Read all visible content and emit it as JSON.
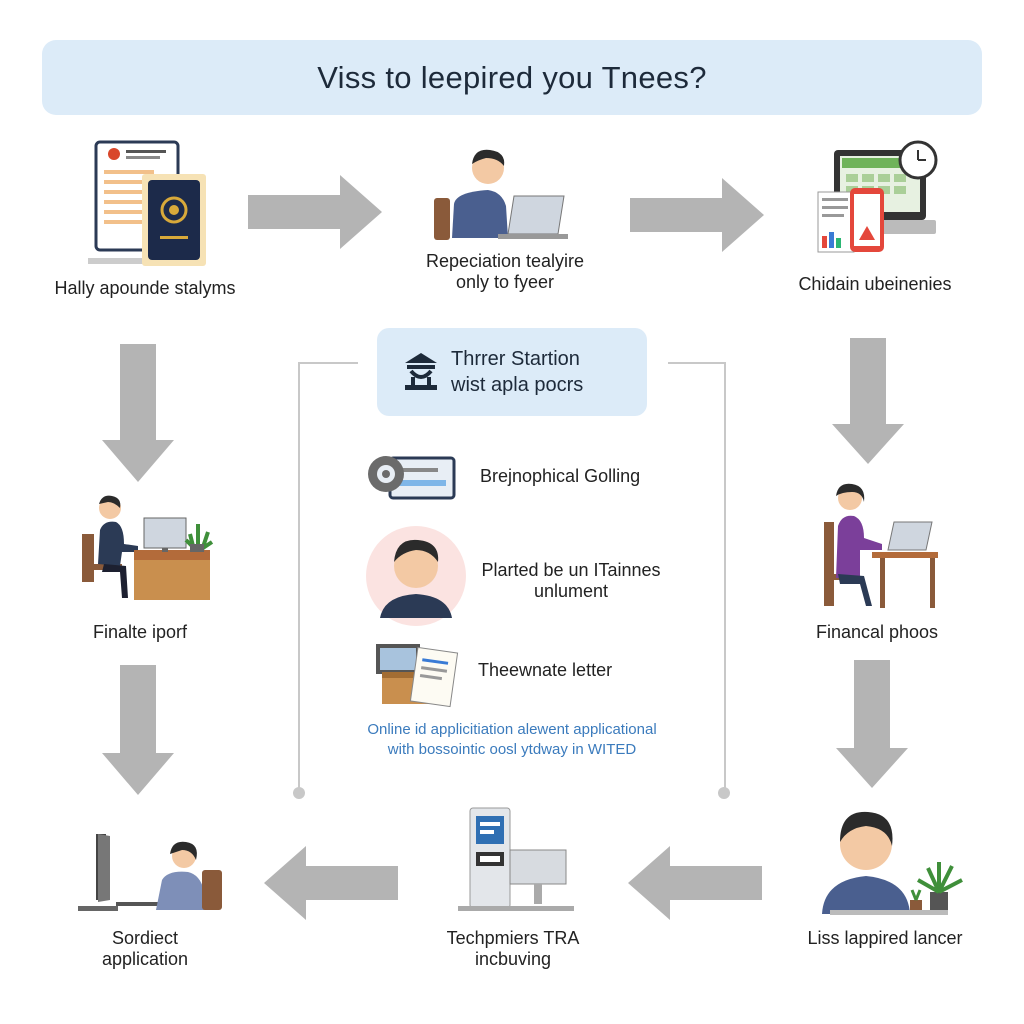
{
  "title": "Viss to leepired you Tnees?",
  "steps": {
    "s1": "Hally apounde stalyms",
    "s2_line1": "Repeciation tealyire",
    "s2_line2": "only to fyeer",
    "s3": "Chidain ubeinenies",
    "s4": "Finalte iporf",
    "s5": "Financal phoos",
    "s6_line1": "Sordiect",
    "s6_line2": "application",
    "s7_line1": "Techpmiers TRA",
    "s7_line2": "incbuving",
    "s8": "Liss lappired lancer"
  },
  "center": {
    "line1": "Thrrer Startion",
    "line2": "wist apla pocrs",
    "items": [
      {
        "text": "Brejnophical Golling"
      },
      {
        "text_line1": "Plarted be un ITainnes",
        "text_line2": "unlument"
      },
      {
        "text": "Theewnate letter"
      }
    ],
    "note_line1": "Online id applicitiation alewent applicational",
    "note_line2": "with bossointic oosl ytdway in WITED"
  },
  "colors": {
    "header_bg": "#dcebf8",
    "arrow": "#b4b4b4",
    "accent_blue": "#2f6fb3",
    "note_text": "#3b7bbd"
  },
  "icons": [
    "passport-icon",
    "laptop-person-icon",
    "monitor-clock-icon",
    "desk-person-icon",
    "woman-laptop-icon",
    "computer-user-icon",
    "kiosk-icon",
    "young-man-plant-icon",
    "building-icon",
    "gear-card-icon",
    "avatar-icon",
    "documents-box-icon"
  ]
}
